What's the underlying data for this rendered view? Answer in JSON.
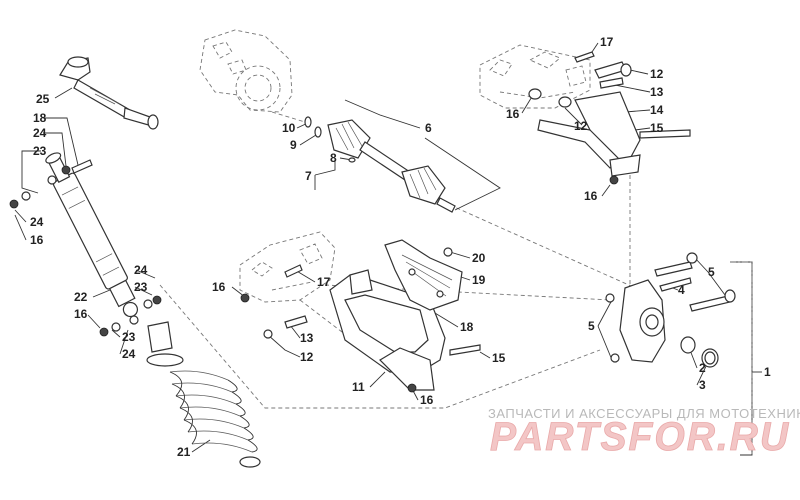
{
  "diagram": {
    "callouts": {
      "c1": "1",
      "c2": "2",
      "c3": "3",
      "c4": "4",
      "c5a": "5",
      "c5b": "5",
      "c6": "6",
      "c7": "7",
      "c8": "8",
      "c9": "9",
      "c10": "10",
      "c11": "11",
      "c12a": "12",
      "c12b": "12",
      "c12c": "12",
      "c13a": "13",
      "c13b": "13",
      "c14": "14",
      "c15a": "15",
      "c15b": "15",
      "c16a": "16",
      "c16b": "16",
      "c16c": "16",
      "c16d": "16",
      "c16e": "16",
      "c16f": "16",
      "c17a": "17",
      "c17b": "17",
      "c18a": "18",
      "c18b": "18",
      "c19": "19",
      "c20": "20",
      "c21": "21",
      "c22": "22",
      "c23a": "23",
      "c23b": "23",
      "c23c": "23",
      "c24a": "24",
      "c24b": "24",
      "c24c": "24",
      "c24d": "24",
      "c25": "25"
    }
  },
  "watermark": {
    "tagline": "ЗАПЧАСТИ И АКСЕССУАРЫ ДЛЯ МОТОТЕХНИКИ",
    "brand": "PARTSFOR.RU",
    "colors": {
      "brand_fill": "#f3c6c6",
      "brand_stroke": "#e9a9a9",
      "tagline": "#b9b9b9"
    }
  }
}
